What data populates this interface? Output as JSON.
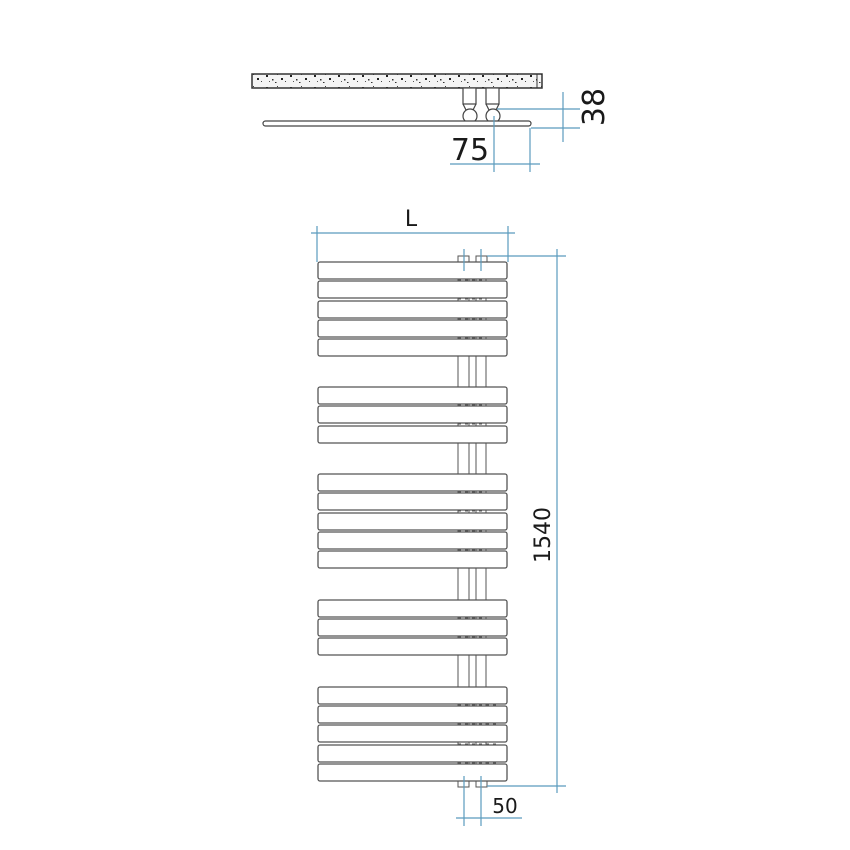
{
  "drawing": {
    "title": "Towel radiator dimension drawing",
    "line_color": "#4a4a4a",
    "dimension_color": "#5b9bbd",
    "top_view": {
      "depth_label": "38",
      "offset_label": "75"
    },
    "front_view": {
      "width_label": "L",
      "height_label": "1540",
      "pipe_spacing_label": "50",
      "bar_groups": [
        5,
        3,
        5,
        3,
        5
      ]
    }
  }
}
